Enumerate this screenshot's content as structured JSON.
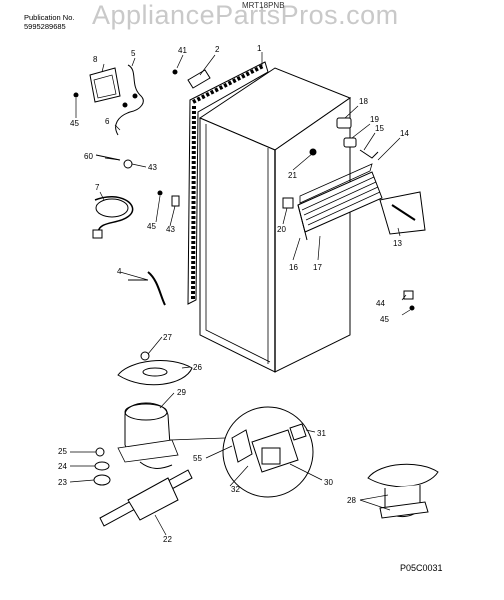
{
  "header": {
    "publication_label": "Publication No.",
    "publication_number": "5995289685",
    "model": "MRT18PNB",
    "watermark": "AppliancePartsPros.com"
  },
  "diagram_code": "P05C0031",
  "part_labels": {
    "p1": "1",
    "p2": "2",
    "p4": "4",
    "p5": "5",
    "p6": "6",
    "p7": "7",
    "p8": "8",
    "p13": "13",
    "p14": "14",
    "p15": "15",
    "p16": "16",
    "p17": "17",
    "p18": "18",
    "p19": "19",
    "p20": "20",
    "p21": "21",
    "p22": "22",
    "p23": "23",
    "p24": "24",
    "p25": "25",
    "p26": "26",
    "p27": "27",
    "p28": "28",
    "p29": "29",
    "p30": "30",
    "p31": "31",
    "p32": "32",
    "p41": "41",
    "p43a": "43",
    "p43b": "43",
    "p44": "44",
    "p45a": "45",
    "p45b": "45",
    "p45c": "45",
    "p55": "55",
    "p60": "60"
  }
}
